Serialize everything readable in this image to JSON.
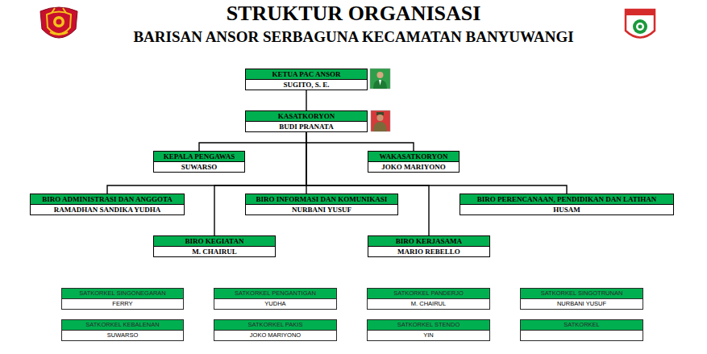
{
  "diagram": {
    "title": "STRUKTUR ORGANISASI",
    "nodes": [
      {
        "text": [
          "KETUA PAC ANSOR",
          "SUGITO, S. E."
        ]
      },
      {
        "text": [
          "KASATKORYON",
          "BUDI PRANATA"
        ]
      },
      {
        "text": [
          "KEPALA PENGAWAS",
          "SUWARSO"
        ]
      },
      {
        "text": [
          "WAKASATKORYON",
          "JOKO MARIYONO"
        ]
      },
      {
        "text": [
          "BIRO ADMINISTRASI DAN ANGGOTA",
          "RAMADHAN SANDIKA YUDHA"
        ]
      },
      {
        "text": [
          "BIRO INFORMASI DAN KOMUNIKASI",
          "NURBANI YUSUF"
        ]
      },
      {
        "text": [
          "BIRO PERENCANAAN, PENDIDIKAN DAN LATIHAN",
          "HUSAM"
        ]
      },
      {
        "text": [
          "BIRO KEGIATAN",
          "M. CHAIRUL"
        ]
      },
      {
        "text": [
          "BIRO KERJASAMA",
          "MARIO REBELLO"
        ]
      },
      {
        "text": [
          "SATKORKEL SINGONEGARAN",
          "FERRY"
        ]
      },
      {
        "text": [
          "SATKORKEL PENGANTIGAN",
          "YUDHA"
        ]
      },
      {
        "text": [
          "SATKORKEL PANDERJO",
          "M. CHAIRUL"
        ]
      },
      {
        "text": [
          "SATKORKEL SINGOTRUNAN",
          "NURBANI YUSUF"
        ]
      },
      {
        "text": [
          "SATKORKEL KEBALENAN",
          "SUWARSO"
        ]
      },
      {
        "text": [
          "SATKORKEL PAKIS",
          "JOKO MARIYONO"
        ]
      },
      {
        "text": [
          "SATKORKEL STENDO",
          "YIN"
        ]
      },
      {
        "text": [
          "SATKORKEL"
        ]
      }
    ],
    "edges": [
      {
        "from": 0,
        "to": 1,
        "arrow": "none"
      },
      {
        "from": 1,
        "to": 2,
        "arrow": "none"
      },
      {
        "from": 1,
        "to": 3,
        "arrow": "none"
      },
      {
        "from": 1,
        "to": 4,
        "arrow": "none"
      },
      {
        "from": 1,
        "to": 5,
        "arrow": "none"
      },
      {
        "from": 1,
        "to": 6,
        "arrow": "none"
      },
      {
        "from": 1,
        "to": 7,
        "arrow": "none"
      },
      {
        "from": 1,
        "to": 8,
        "arrow": "none"
      }
    ],
    "labels": [
      "BARISAN ANSOR SERBAGUNA KECAMATAN BANYUWANGI"
    ]
  }
}
